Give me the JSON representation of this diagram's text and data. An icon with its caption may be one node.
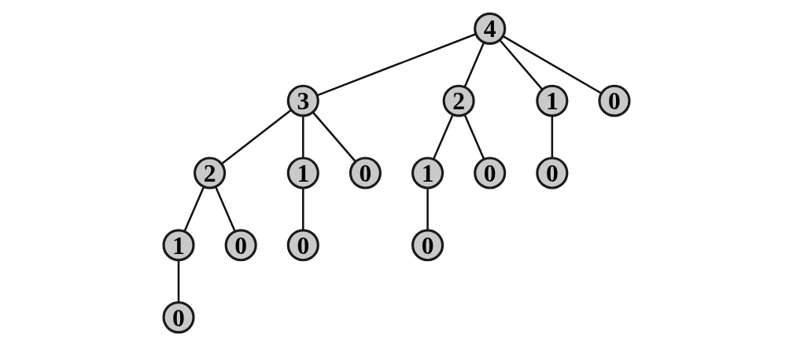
{
  "diagram": {
    "nodes": [
      {
        "text": [
          "4"
        ]
      },
      {
        "text": [
          "3"
        ]
      },
      {
        "text": [
          "2"
        ]
      },
      {
        "text": [
          "1"
        ]
      },
      {
        "text": [
          "0"
        ]
      },
      {
        "text": [
          "2"
        ]
      },
      {
        "text": [
          "1"
        ]
      },
      {
        "text": [
          "0"
        ]
      },
      {
        "text": [
          "1"
        ]
      },
      {
        "text": [
          "0"
        ]
      },
      {
        "text": [
          "0"
        ]
      },
      {
        "text": [
          "1"
        ]
      },
      {
        "text": [
          "0"
        ]
      },
      {
        "text": [
          "0"
        ]
      },
      {
        "text": [
          "0"
        ]
      },
      {
        "text": [
          "0"
        ]
      }
    ],
    "edges": [
      {
        "from": 0,
        "to": 1,
        "arrow": "none"
      },
      {
        "from": 0,
        "to": 2,
        "arrow": "none"
      },
      {
        "from": 0,
        "to": 3,
        "arrow": "none"
      },
      {
        "from": 0,
        "to": 4,
        "arrow": "none"
      },
      {
        "from": 1,
        "to": 5,
        "arrow": "none"
      },
      {
        "from": 1,
        "to": 6,
        "arrow": "none"
      },
      {
        "from": 1,
        "to": 7,
        "arrow": "none"
      },
      {
        "from": 2,
        "to": 8,
        "arrow": "none"
      },
      {
        "from": 2,
        "to": 9,
        "arrow": "none"
      },
      {
        "from": 3,
        "to": 10,
        "arrow": "none"
      },
      {
        "from": 5,
        "to": 11,
        "arrow": "none"
      },
      {
        "from": 5,
        "to": 12,
        "arrow": "none"
      },
      {
        "from": 6,
        "to": 13,
        "arrow": "none"
      },
      {
        "from": 8,
        "to": 14,
        "arrow": "none"
      },
      {
        "from": 11,
        "to": 15,
        "arrow": "none"
      }
    ]
  }
}
